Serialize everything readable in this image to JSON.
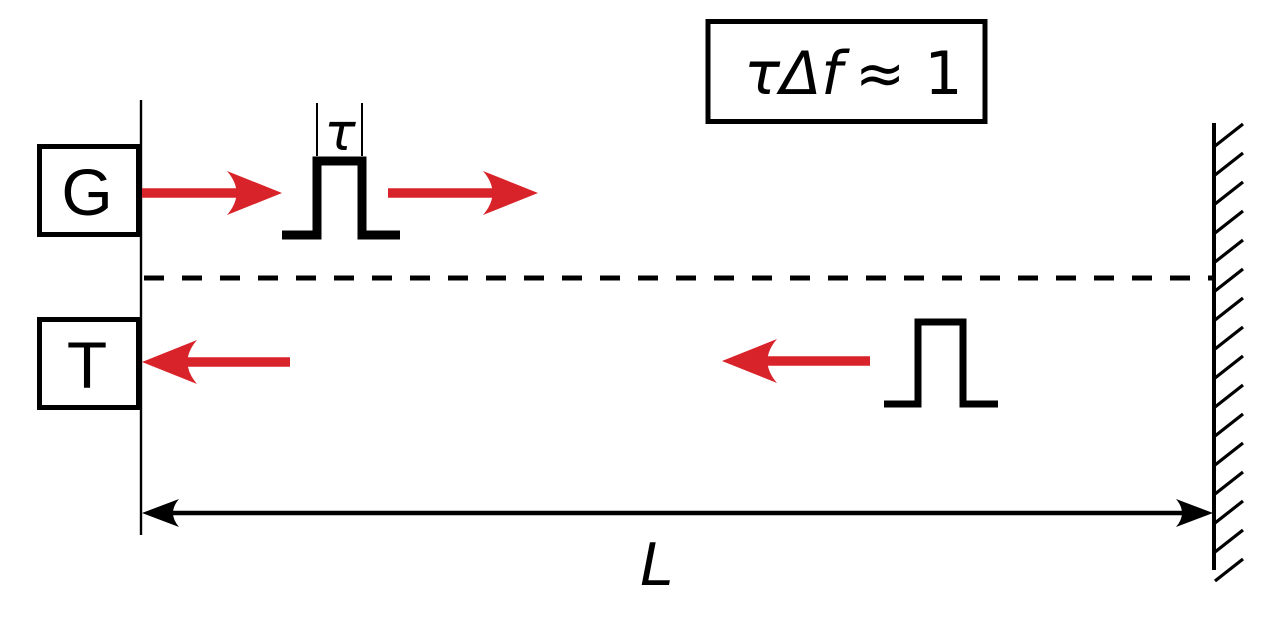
{
  "diagram": {
    "formula_box": {
      "lhs": "τΔf",
      "rhs": "≈ 1"
    },
    "generator_box": {
      "label": "G"
    },
    "transducer_box": {
      "label": "T"
    },
    "pulse_width_label": "τ",
    "distance_label": "L",
    "colors": {
      "arrow-red": "#d8232a",
      "ink": "#000000"
    }
  }
}
